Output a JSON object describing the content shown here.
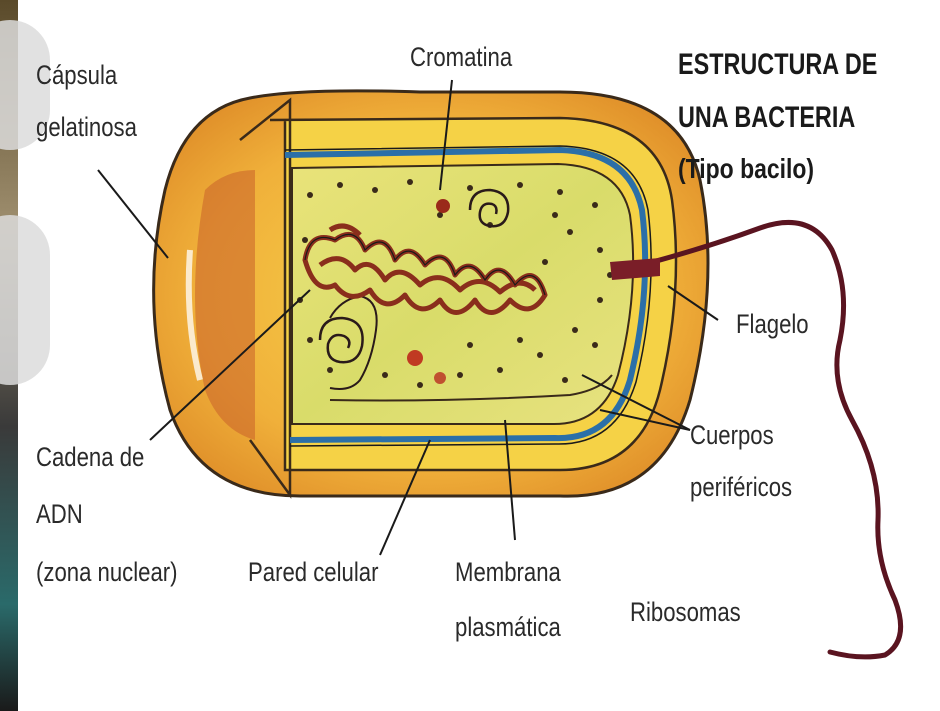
{
  "title": {
    "line1": "ESTRUCTURA DE",
    "line2": "UNA BACTERIA",
    "line3": "(Tipo bacilo)"
  },
  "labels": {
    "capsula_line1": "Cápsula",
    "capsula_line2": "gelatinosa",
    "cromatina": "Cromatina",
    "flagelo": "Flagelo",
    "cuerpos_line1": "Cuerpos",
    "cuerpos_line2": "periféricos",
    "cadena_line1": "Cadena de",
    "cadena_line2": "ADN",
    "cadena_line3": "(zona nuclear)",
    "pared": "Pared celular",
    "membrana_line1": "Membrana",
    "membrana_line2": "plasmática",
    "ribosomas": "Ribosomas"
  },
  "colors": {
    "capsule": "#f2b23a",
    "cell_wall": "#f7d64a",
    "cytoplasm": "#e8e07a",
    "membrane": "#2b6fa8",
    "dna": "#8a2e1c",
    "flagellum": "#6a1a22",
    "outline": "#3a2a1a"
  },
  "icons": {
    "bacterium": "bacillus-cell-illustration"
  }
}
